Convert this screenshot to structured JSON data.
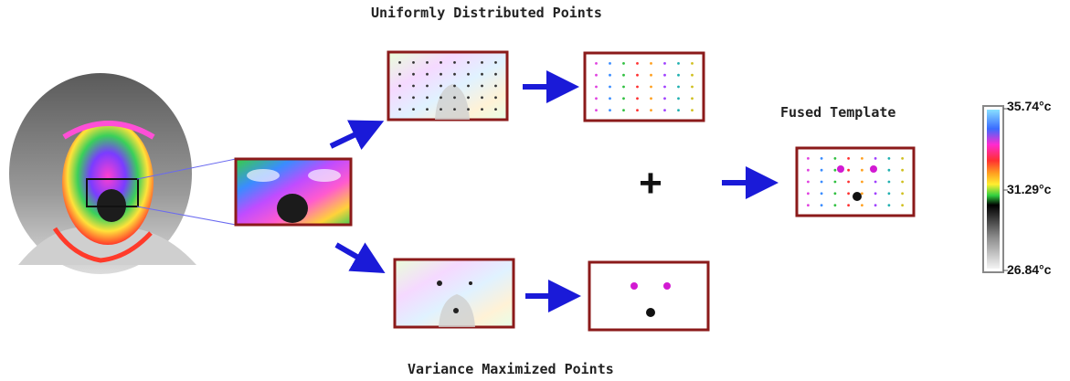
{
  "titles": {
    "uniform": "Uniformly Distributed Points",
    "variance": "Variance Maximized Points",
    "fused": "Fused Template"
  },
  "operator": "+",
  "colorbar": {
    "max": "35.74",
    "mid": "31.29",
    "min": "26.84",
    "unit": "°c"
  },
  "colors": {
    "frame": "#8b1a1a",
    "arrow": "#1a1ad8",
    "zoom_line": "#6a6af0"
  }
}
